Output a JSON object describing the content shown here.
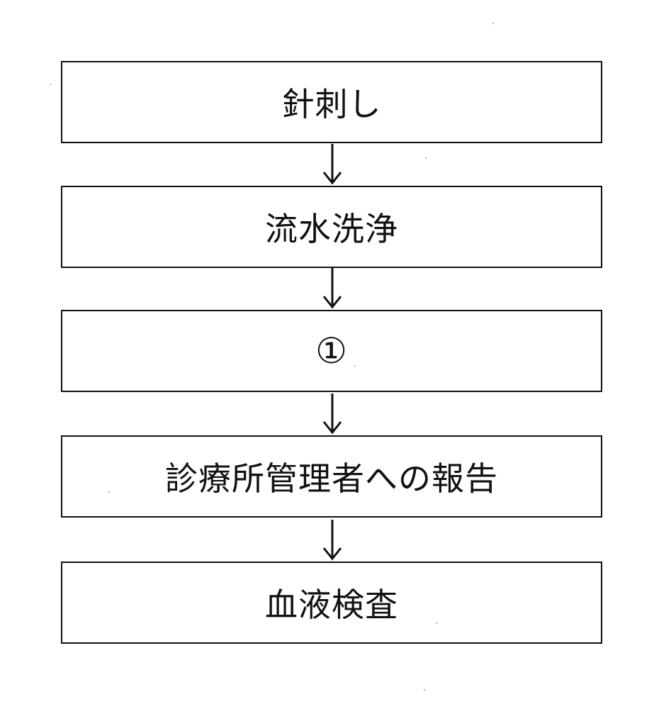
{
  "flowchart": {
    "steps": [
      {
        "label": "針刺し"
      },
      {
        "label": "流水洗浄"
      },
      {
        "label": "①"
      },
      {
        "label": "診療所管理者への報告"
      },
      {
        "label": "血液検査"
      }
    ]
  }
}
